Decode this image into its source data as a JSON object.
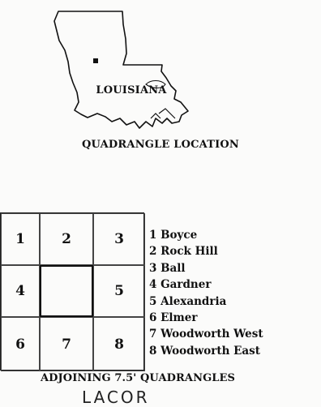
{
  "state_map": {
    "state_name": "LOUISIANA",
    "caption": "QUADRANGLE LOCATION",
    "location_marker": "filled-square-icon"
  },
  "adjoining": {
    "caption": "ADJOINING 7.5' QUADRANGLES",
    "grid": [
      [
        "1",
        "2",
        "3"
      ],
      [
        "4",
        "",
        "5"
      ],
      [
        "6",
        "7",
        "8"
      ]
    ],
    "legend": [
      "1 Boyce",
      "2 Rock Hill",
      "3 Ball",
      "4 Gardner",
      "5 Alexandria",
      "6 Elmer",
      "7 Woodworth West",
      "8 Woodworth East"
    ]
  },
  "cut_off_text": "LACOR"
}
